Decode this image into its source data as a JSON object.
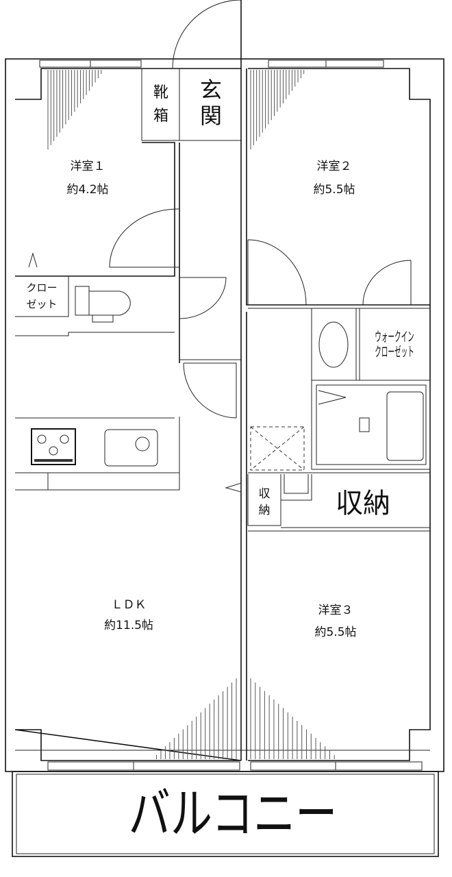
{
  "rooms": {
    "western1": {
      "name": "洋室１",
      "size": "約4.2帖"
    },
    "western2": {
      "name": "洋室２",
      "size": "約5.5帖"
    },
    "western3": {
      "name": "洋室３",
      "size": "約5.5帖"
    },
    "ldk": {
      "name": "ＬＤＫ",
      "size": "約11.5帖"
    }
  },
  "labels": {
    "shoe_box_1": "靴",
    "shoe_box_2": "箱",
    "entrance_1": "玄",
    "entrance_2": "関",
    "closet_1": "クロー",
    "closet_2": "ゼット",
    "walk_in_1": "ウォークイン",
    "walk_in_2": "クローゼット",
    "storage_small_1": "収",
    "storage_small_2": "納",
    "storage_large": "収納",
    "balcony": "バルコニー"
  }
}
